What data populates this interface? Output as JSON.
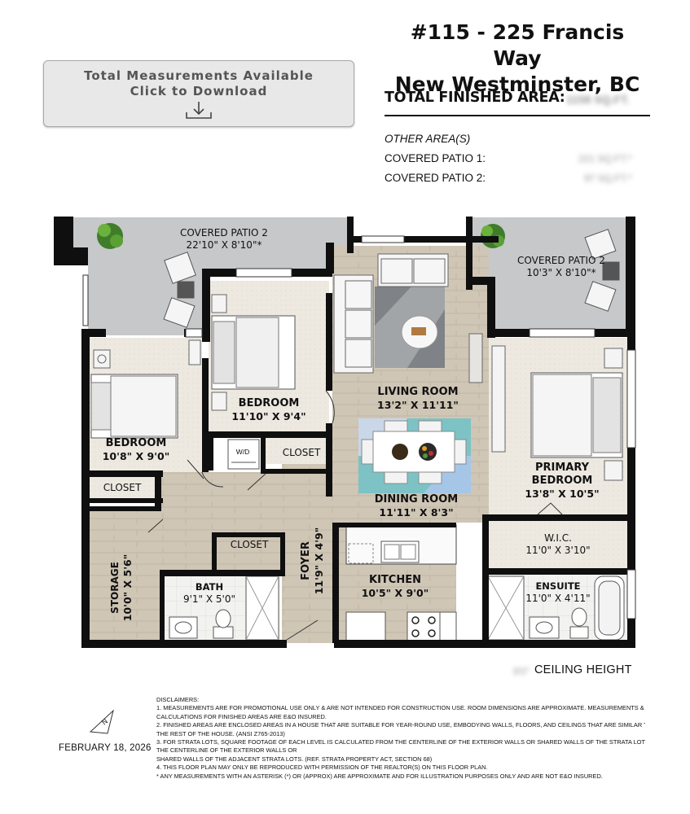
{
  "header": {
    "address_line1": "#115 - 225 Francis Way",
    "address_line2": "New Westminster, BC",
    "download_line1": "Total Measurements Available",
    "download_line2": "Click to Download",
    "total_finished_area_label": "TOTAL FINISHED AREA:",
    "total_finished_area_value": "1158 SQ.FT.",
    "other_areas_label": "OTHER AREA(S)",
    "covered_patio1_label": "COVERED PATIO 1:",
    "covered_patio1_value": "221 SQ.FT.*",
    "covered_patio2_label": "COVERED PATIO 2:",
    "covered_patio2_value": "97 SQ.FT.*"
  },
  "rooms": {
    "patio_left_name": "COVERED PATIO 2",
    "patio_left_dim": "22'10\" X 8'10\"*",
    "patio_right_name": "COVERED PATIO 2",
    "patio_right_dim": "10'3\" X 8'10\"*",
    "bedroom_center_name": "BEDROOM",
    "bedroom_center_dim": "11'10\" X 9'4\"",
    "bedroom_left_name": "BEDROOM",
    "bedroom_left_dim": "10'8\" X 9'0\"",
    "living_name": "LIVING ROOM",
    "living_dim": "13'2\" X 11'11\"",
    "dining_name": "DINING ROOM",
    "dining_dim": "11'11\" X 8'3\"",
    "primary_name_1": "PRIMARY",
    "primary_name_2": "BEDROOM",
    "primary_dim": "13'8\" X 10'5\"",
    "wic_name": "W.I.C.",
    "wic_dim": "11'0\" X 3'10\"",
    "ensuite_name": "ENSUITE",
    "ensuite_dim": "11'0\" X 4'11\"",
    "kitchen_name": "KITCHEN",
    "kitchen_dim": "10'5\" X 9'0\"",
    "foyer_name": "FOYER",
    "foyer_dim": "11'9\" X 4'9\"",
    "bath_name": "BATH",
    "bath_dim": "9'1\" X 5'0\"",
    "storage_name": "STORAGE",
    "storage_dim": "10'0\" X 5'6\"",
    "closet_1": "CLOSET",
    "closet_2": "CLOSET",
    "closet_3": "CLOSET",
    "wd": "W/D"
  },
  "ceiling": {
    "value": "9'0\"",
    "label": "CEILING HEIGHT"
  },
  "footer": {
    "date": "FEBRUARY 18, 2026",
    "compass_letter": "N",
    "disclaimers": [
      "Disclaimers:",
      "1. Measurements are for promotional use only & are not intended for construction use. Room dimensions are approximate. Measurements &",
      "calculations for finished areas are E&O insured.",
      "2. Finished areas are enclosed areas in a house that are suitable for year-round use, embodying walls, floors, and ceilings that are similar to",
      "the rest of the house. (ANSI Z765-2013)",
      "3. For strata lots, square footage of each level is calculated from the centerline of the exterior walls or shared walls of the strata lot to",
      "the centerline of the exterior walls or",
      "shared walls of the adjacent strata lots. (Ref. Strata Property Act, Section 68)",
      "4. This floor plan may only be reproduced with permission of the Realtor(s) on this floor plan.",
      "* Any measurements with an asterisk (*) or (approx) are approximate and for illustration purposes only and are not E&O insured."
    ]
  },
  "colors": {
    "wall": "#0f0f0f",
    "floor_wood": "#cfc6b6",
    "floor_room": "#ece8e0",
    "patio": "#c6c8ca",
    "accent_rug": "#7dc3c6"
  }
}
